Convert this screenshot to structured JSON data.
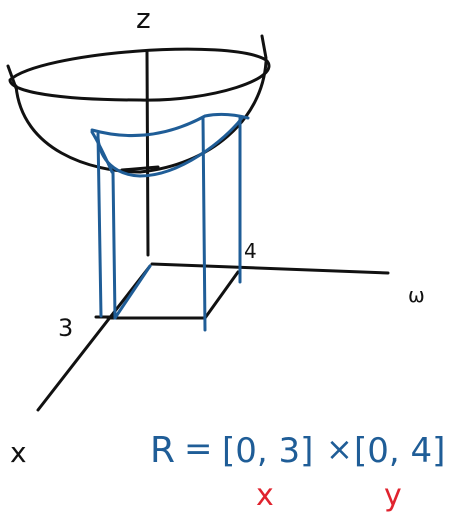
{
  "colors": {
    "black_ink": "#111111",
    "blue_ink": "#1f5d97",
    "red_ink": "#e0232e",
    "background": "#ffffff"
  },
  "axes": {
    "z_label": "z",
    "x_label": "x",
    "y_label": "ω"
  },
  "ticks": {
    "x_tick": "3",
    "y_tick": "4"
  },
  "equation": {
    "lhs": "R",
    "equals": "=",
    "interval_x": "[0, 3]",
    "times": "×",
    "interval_y": "[0, 4]"
  },
  "interval_labels": {
    "x": "x",
    "y": "y"
  }
}
